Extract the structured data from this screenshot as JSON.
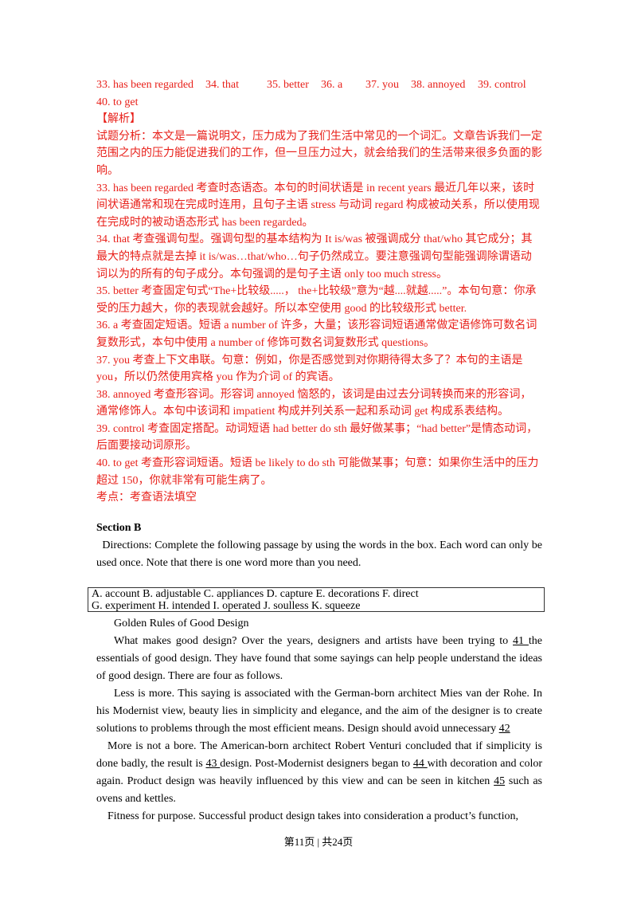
{
  "answers": {
    "a33": "33. has been regarded",
    "a34": "34. that",
    "a35": "35. better",
    "a36": "36. a",
    "a37": "37. you",
    "a38": "38. annoyed",
    "a39": "39. control",
    "a40": "40. to get"
  },
  "analysis": {
    "heading": "【解析】",
    "intro": "试题分析：本文是一篇说明文，压力成为了我们生活中常见的一个词汇。文章告诉我们一定范围之内的压力能促进我们的工作，但一旦压力过大，就会给我们的生活带来很多负面的影响。",
    "items": [
      "33. has been regarded 考查时态语态。本句的时间状语是 in recent years 最近几年以来，该时间状语通常和现在完成时连用，且句子主语 stress 与动词 regard 构成被动关系，所以使用现在完成时的被动语态形式 has been regarded。",
      "34. that 考查强调句型。强调句型的基本结构为 It is/was 被强调成分 that/who 其它成分；其最大的特点就是去掉 it is/was…that/who…句子仍然成立。要注意强调句型能强调除谓语动词以为的所有的句子成分。本句强调的是句子主语 only too much stress。",
      "35. better 考查固定句式“The+比较级.....， the+比较级”意为“越....就越.....”。本句句意：你承受的压力越大，你的表现就会越好。所以本空使用 good 的比较级形式 better.",
      "36. a 考查固定短语。短语 a number of 许多，大量；该形容词短语通常做定语修饰可数名词复数形式，本句中使用 a number of 修饰可数名词复数形式 questions。",
      "37. you 考查上下文串联。句意：例如，你是否感觉到对你期待得太多了？本句的主语是 you，所以仍然使用宾格 you 作为介词 of 的宾语。",
      "38. annoyed 考查形容词。形容词 annoyed 恼怒的，该词是由过去分词转换而来的形容词，通常修饰人。本句中该词和 impatient 构成并列关系一起和系动词 get 构成系表结构。",
      "39. control 考查固定搭配。动词短语 had better do sth 最好做某事；“had better”是情态动词，后面要接动词原形。",
      " 40. to get 考查形容词短语。短语 be likely to do sth 可能做某事；句意：如果你生活中的压力超过 150，你就非常有可能生病了。"
    ],
    "kaodian": "考点：考查语法填空"
  },
  "section": {
    "title": "Section B",
    "directions": "Directions: Complete the following passage by using the words in the box. Each word can only be used once. Note that there is one word more than you need."
  },
  "wordbox": {
    "line1": "A. account  B. adjustable  C. appliances  D. capture  E. decorations  F. direct",
    "line2": "G. experiment  H. intended  I. operated  J. soulless  K. squeeze"
  },
  "passage": {
    "title": "Golden Rules of Good Design",
    "p1a": "What makes good design? Over the years, designers and artists have been trying to ",
    "b41": "  41  ",
    "p1b": "  the essentials of good design. They have found that some sayings can help people understand the ideas of good design. There are four as follows.",
    "p2a": "Less is more. This saying is associated with the German-born architect Mies van der Rohe. In his Modernist view, beauty lies in simplicity and elegance, and the aim of the designer is to create solutions to problems through the most efficient means. Design should avoid unnecessary ",
    "b42": " 42",
    "p3a": "More is not a bore. The American-born architect Robert Venturi concluded that if simplicity is done badly, the result is ",
    "b43": "  43  ",
    "p3b": "design. Post-Modernist designers began to ",
    "b44": "  44  ",
    "p3c": " with decoration and color again. Product design was heavily influenced by this view and can be seen in kitchen ",
    "b45": "  45",
    "p3d": " such as ovens and kettles.",
    "p4": "Fitness for purpose. Successful product design takes into consideration a product’s function,"
  },
  "footer": "第11页 | 共24页"
}
